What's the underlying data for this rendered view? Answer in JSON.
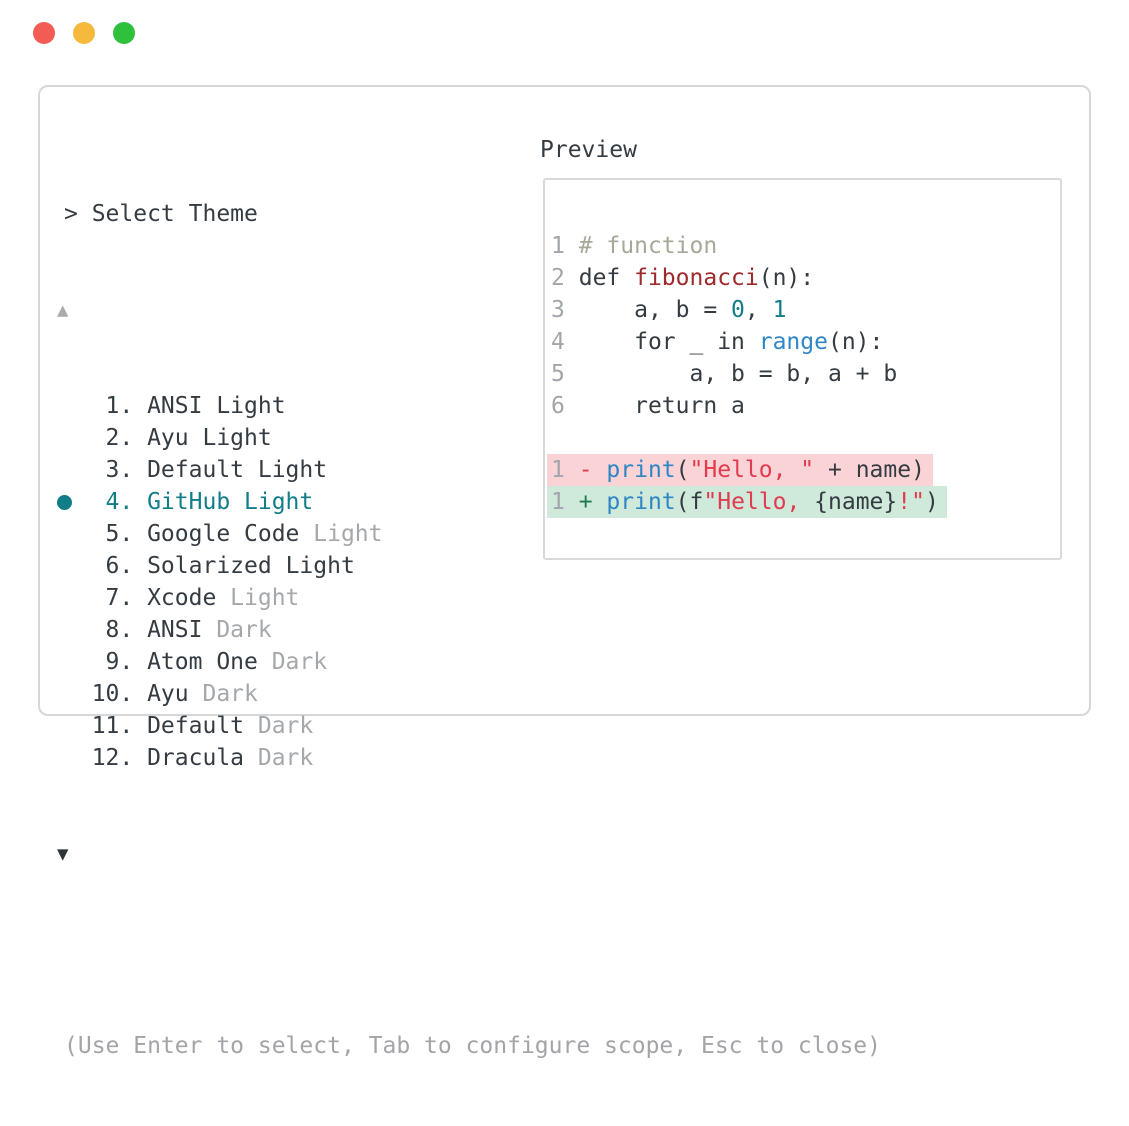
{
  "window": {
    "traffic_lights": [
      {
        "name": "close",
        "color": "#f25c54"
      },
      {
        "name": "minimize",
        "color": "#f5b93b"
      },
      {
        "name": "zoom",
        "color": "#2fc13c"
      }
    ]
  },
  "theme_picker": {
    "title": "> Select Theme",
    "scroll_up_icon": "▲",
    "scroll_down_icon": "▼",
    "selected_color": "#107d89",
    "items": [
      {
        "num": "1",
        "name": "ANSI",
        "variant": "Light",
        "variant_muted": false,
        "selected": false
      },
      {
        "num": "2",
        "name": "Ayu",
        "variant": "Light",
        "variant_muted": false,
        "selected": false
      },
      {
        "num": "3",
        "name": "Default",
        "variant": "Light",
        "variant_muted": false,
        "selected": false
      },
      {
        "num": "4",
        "name": "GitHub",
        "variant": "Light",
        "variant_muted": false,
        "selected": true
      },
      {
        "num": "5",
        "name": "Google Code",
        "variant": "Light",
        "variant_muted": true,
        "selected": false
      },
      {
        "num": "6",
        "name": "Solarized",
        "variant": "Light",
        "variant_muted": false,
        "selected": false
      },
      {
        "num": "7",
        "name": "Xcode",
        "variant": "Light",
        "variant_muted": true,
        "selected": false
      },
      {
        "num": "8",
        "name": "ANSI",
        "variant": "Dark",
        "variant_muted": true,
        "selected": false
      },
      {
        "num": "9",
        "name": "Atom One",
        "variant": "Dark",
        "variant_muted": true,
        "selected": false
      },
      {
        "num": "10",
        "name": "Ayu",
        "variant": "Dark",
        "variant_muted": true,
        "selected": false
      },
      {
        "num": "11",
        "name": "Default",
        "variant": "Dark",
        "variant_muted": true,
        "selected": false
      },
      {
        "num": "12",
        "name": "Dracula",
        "variant": "Dark",
        "variant_muted": true,
        "selected": false
      }
    ],
    "hint": "(Use Enter to select, Tab to configure scope, Esc to close)"
  },
  "preview": {
    "title": "Preview",
    "code_lines": [
      {
        "num": "1",
        "tokens": [
          {
            "t": "# function",
            "c": "comment"
          }
        ]
      },
      {
        "num": "2",
        "tokens": [
          {
            "t": "def ",
            "c": "text"
          },
          {
            "t": "fibonacci",
            "c": "func"
          },
          {
            "t": "(n):",
            "c": "text"
          }
        ]
      },
      {
        "num": "3",
        "tokens": [
          {
            "t": "    a, b = ",
            "c": "text"
          },
          {
            "t": "0",
            "c": "number"
          },
          {
            "t": ", ",
            "c": "text"
          },
          {
            "t": "1",
            "c": "number"
          }
        ]
      },
      {
        "num": "4",
        "tokens": [
          {
            "t": "    for _ in ",
            "c": "text"
          },
          {
            "t": "range",
            "c": "builtin"
          },
          {
            "t": "(n):",
            "c": "text"
          }
        ]
      },
      {
        "num": "5",
        "tokens": [
          {
            "t": "        a, b = b, a + b",
            "c": "text"
          }
        ]
      },
      {
        "num": "6",
        "tokens": [
          {
            "t": "    return a",
            "c": "text"
          }
        ]
      }
    ],
    "diff_lines": [
      {
        "num": "1",
        "kind": "removed",
        "tokens": [
          {
            "t": "- ",
            "c": "removed"
          },
          {
            "t": "print",
            "c": "builtin"
          },
          {
            "t": "(",
            "c": "text"
          },
          {
            "t": "\"Hello, \"",
            "c": "string"
          },
          {
            "t": " + name)",
            "c": "text"
          }
        ]
      },
      {
        "num": "1",
        "kind": "added",
        "tokens": [
          {
            "t": "+ ",
            "c": "added"
          },
          {
            "t": "print",
            "c": "builtin"
          },
          {
            "t": "(f",
            "c": "text"
          },
          {
            "t": "\"Hello, ",
            "c": "string"
          },
          {
            "t": "{name}",
            "c": "text"
          },
          {
            "t": "!\"",
            "c": "string"
          },
          {
            "t": ")",
            "c": "text"
          }
        ]
      }
    ]
  },
  "colors": {
    "removed_bg": "#f9d3d6",
    "added_bg": "#cfe9da",
    "accent_teal": "#107d89",
    "string_red": "#e23a4e",
    "builtin_blue": "#2f86c4",
    "function_red": "#9e2a2b"
  }
}
